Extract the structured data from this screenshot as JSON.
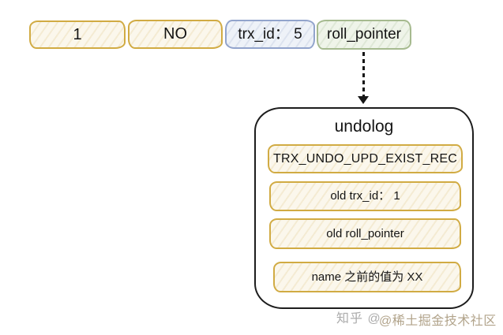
{
  "record_row": {
    "cells": [
      {
        "label": "1",
        "variant": "yellow"
      },
      {
        "label": "NO",
        "variant": "yellow"
      },
      {
        "label": "trx_id： 5",
        "variant": "blue"
      },
      {
        "label": "roll_pointer",
        "variant": "green"
      }
    ]
  },
  "undolog": {
    "title": "undolog",
    "entries": [
      {
        "label": "TRX_UNDO_UPD_EXIST_REC"
      },
      {
        "label": "old trx_id： 1"
      },
      {
        "label": "old roll_pointer"
      },
      {
        "label": "name 之前的值为 XX"
      }
    ]
  },
  "watermarks": {
    "zhihu": "知乎 @",
    "juejin": "@稀土掘金技术社区"
  },
  "colors": {
    "yellow_border": "#d1ab43",
    "yellow_fill": "#fbf7ec",
    "blue_border": "#92a4cc",
    "blue_fill": "#eef2f8",
    "green_border": "#a6ba8f",
    "green_fill": "#eff4e9",
    "container_border": "#1d1d1d",
    "arrow": "#161616",
    "watermark_gray": "#8f8f8f",
    "watermark_tan": "#9c8a6a"
  }
}
